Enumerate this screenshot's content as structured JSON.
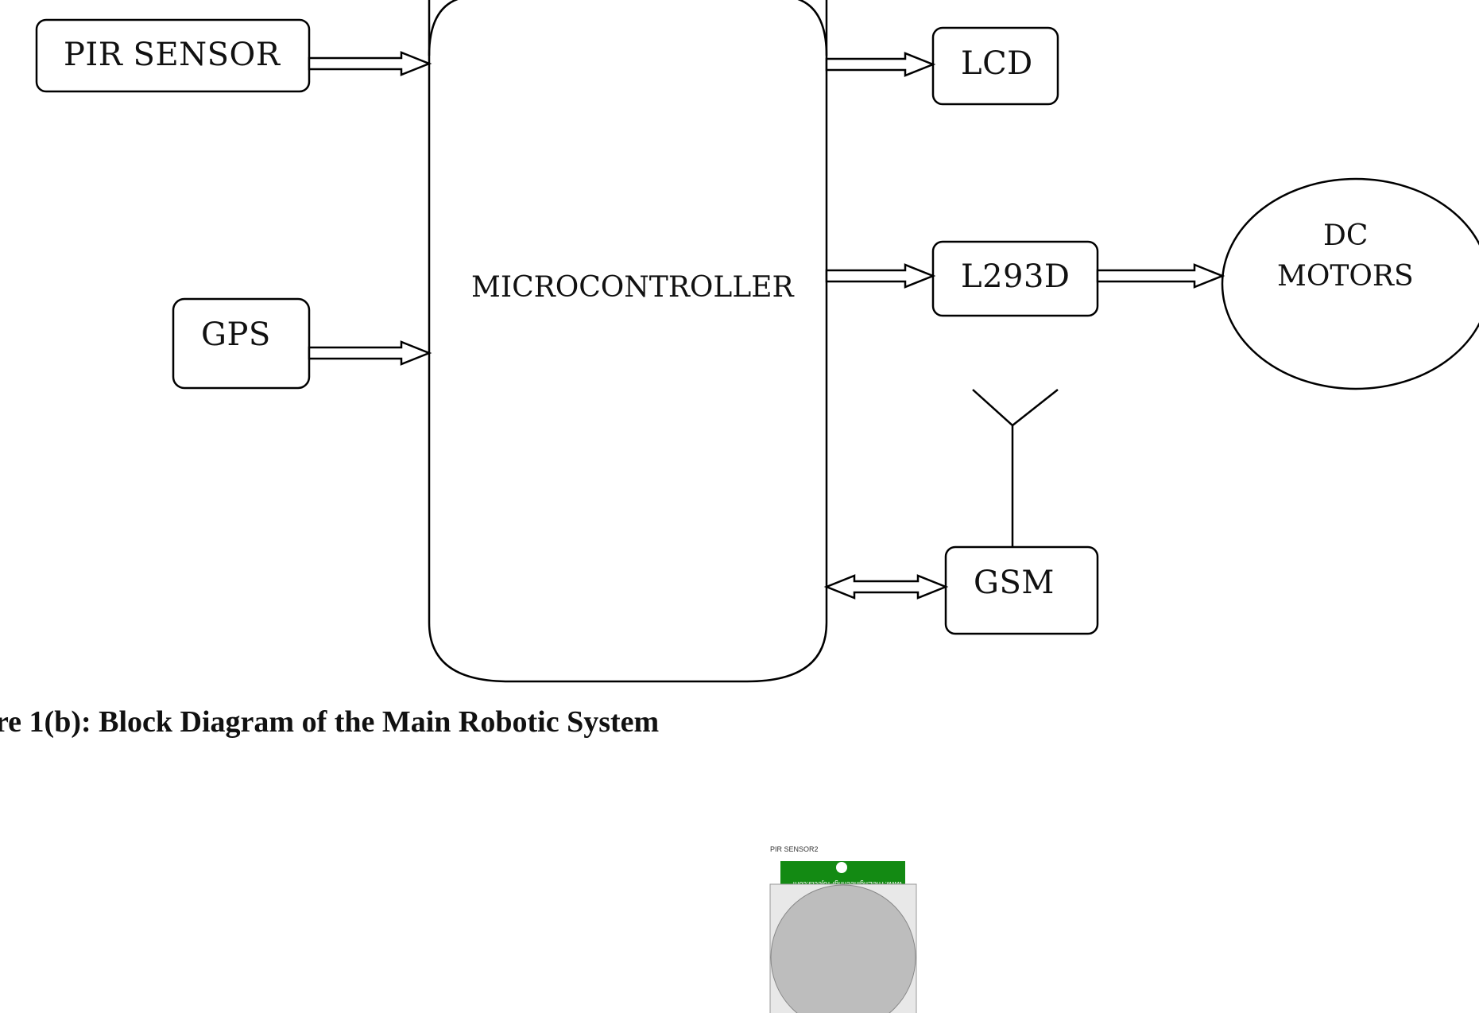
{
  "blocks": {
    "pir_sensor": "PIR SENSOR",
    "gps": "GPS",
    "microcontroller": "MICROCONTROLLER",
    "lcd": "LCD",
    "l293d": "L293D",
    "dc_motors_line1": "DC",
    "dc_motors_line2": "MOTORS",
    "gsm": "GSM"
  },
  "caption": "re 1(b): Block Diagram of the Main Robotic System",
  "component_image": {
    "label": "PIR SENSOR2",
    "url_text": "www.TheEngineeringProjects.com",
    "board_color": "#138a13",
    "body_color": "#e8e8e8",
    "dome_color": "#bdbdbd"
  }
}
